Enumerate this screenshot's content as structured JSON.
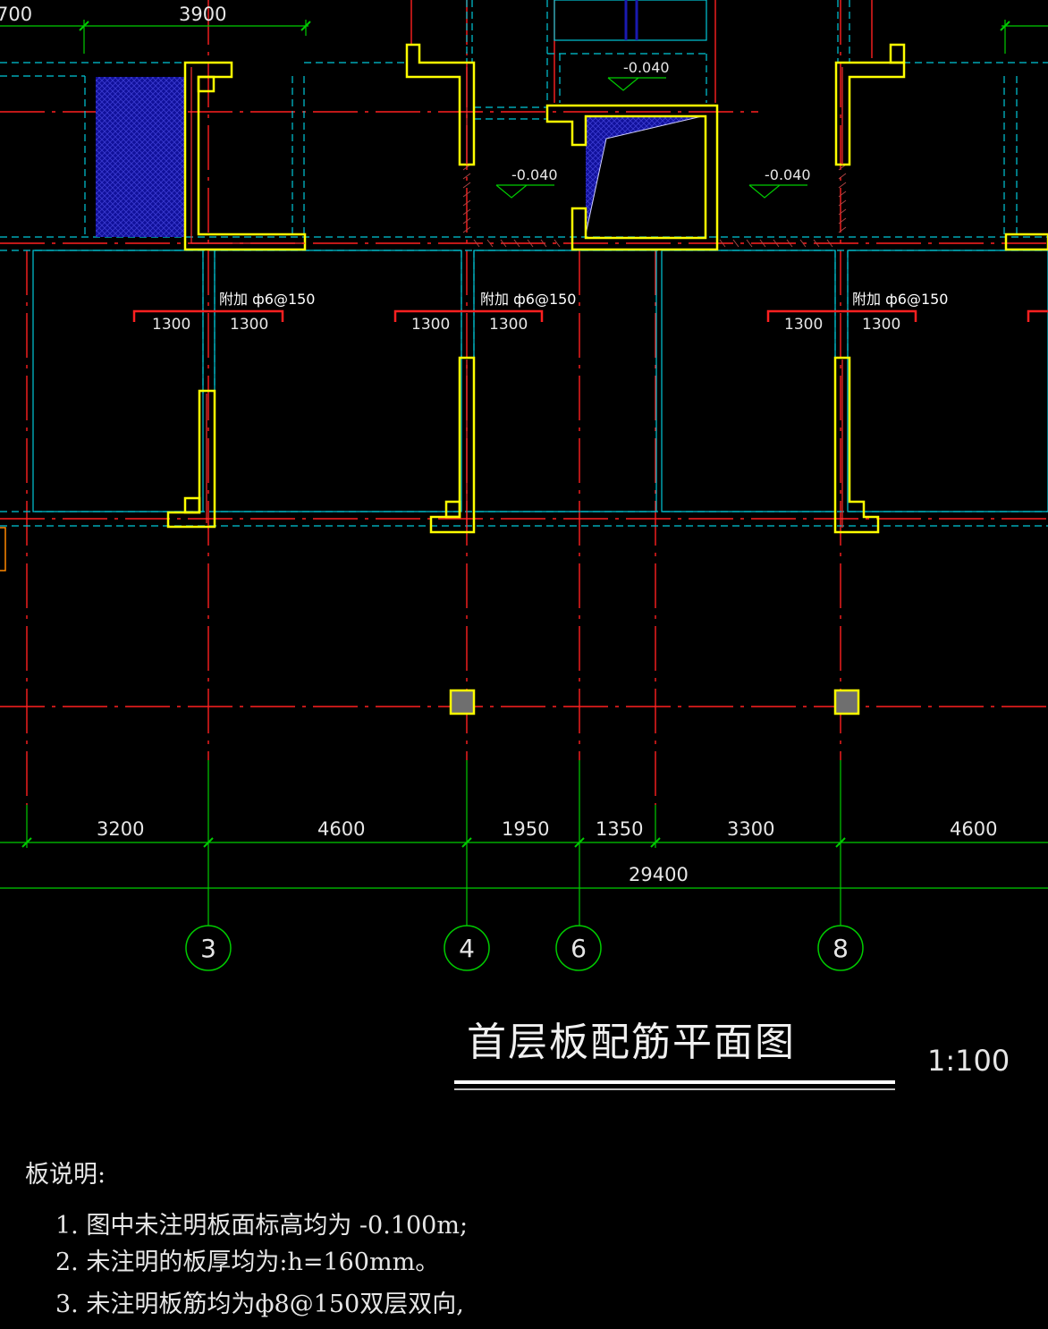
{
  "colors": {
    "background": "#000000",
    "wall_outline": "#ffff00",
    "axis_line": "#ff0000",
    "beam_dashed": "#00c8d8",
    "dimension_line": "#00cc00",
    "hatch": "#1010a0"
  },
  "top_dims": {
    "left_partial": "700",
    "span": "3900"
  },
  "levels": {
    "shaft": "-0.040",
    "left": "-0.040",
    "right": "-0.040"
  },
  "rebar_notes": [
    {
      "label": "附加 ф6@150",
      "left": "1300",
      "right": "1300"
    },
    {
      "label": "附加 ф6@150",
      "left": "1300",
      "right": "1300"
    },
    {
      "label": "附加 ф6@150",
      "left": "1300",
      "right": "1300"
    }
  ],
  "bottom_dims": {
    "segments": [
      "3200",
      "4600",
      "1950",
      "1350",
      "3300",
      "4600"
    ],
    "total": "29400"
  },
  "axes": [
    "3",
    "4",
    "6",
    "8"
  ],
  "drawing_title": "首层板配筋平面图",
  "scale": "1:100",
  "notes": {
    "heading": "板说明:",
    "items": [
      "1.  图中未注明板面标高均为 -0.100m;",
      "2.  未注明的板厚均为:h=160mm。",
      "3.  未注明板筋均为ф8@150双层双向,"
    ]
  }
}
